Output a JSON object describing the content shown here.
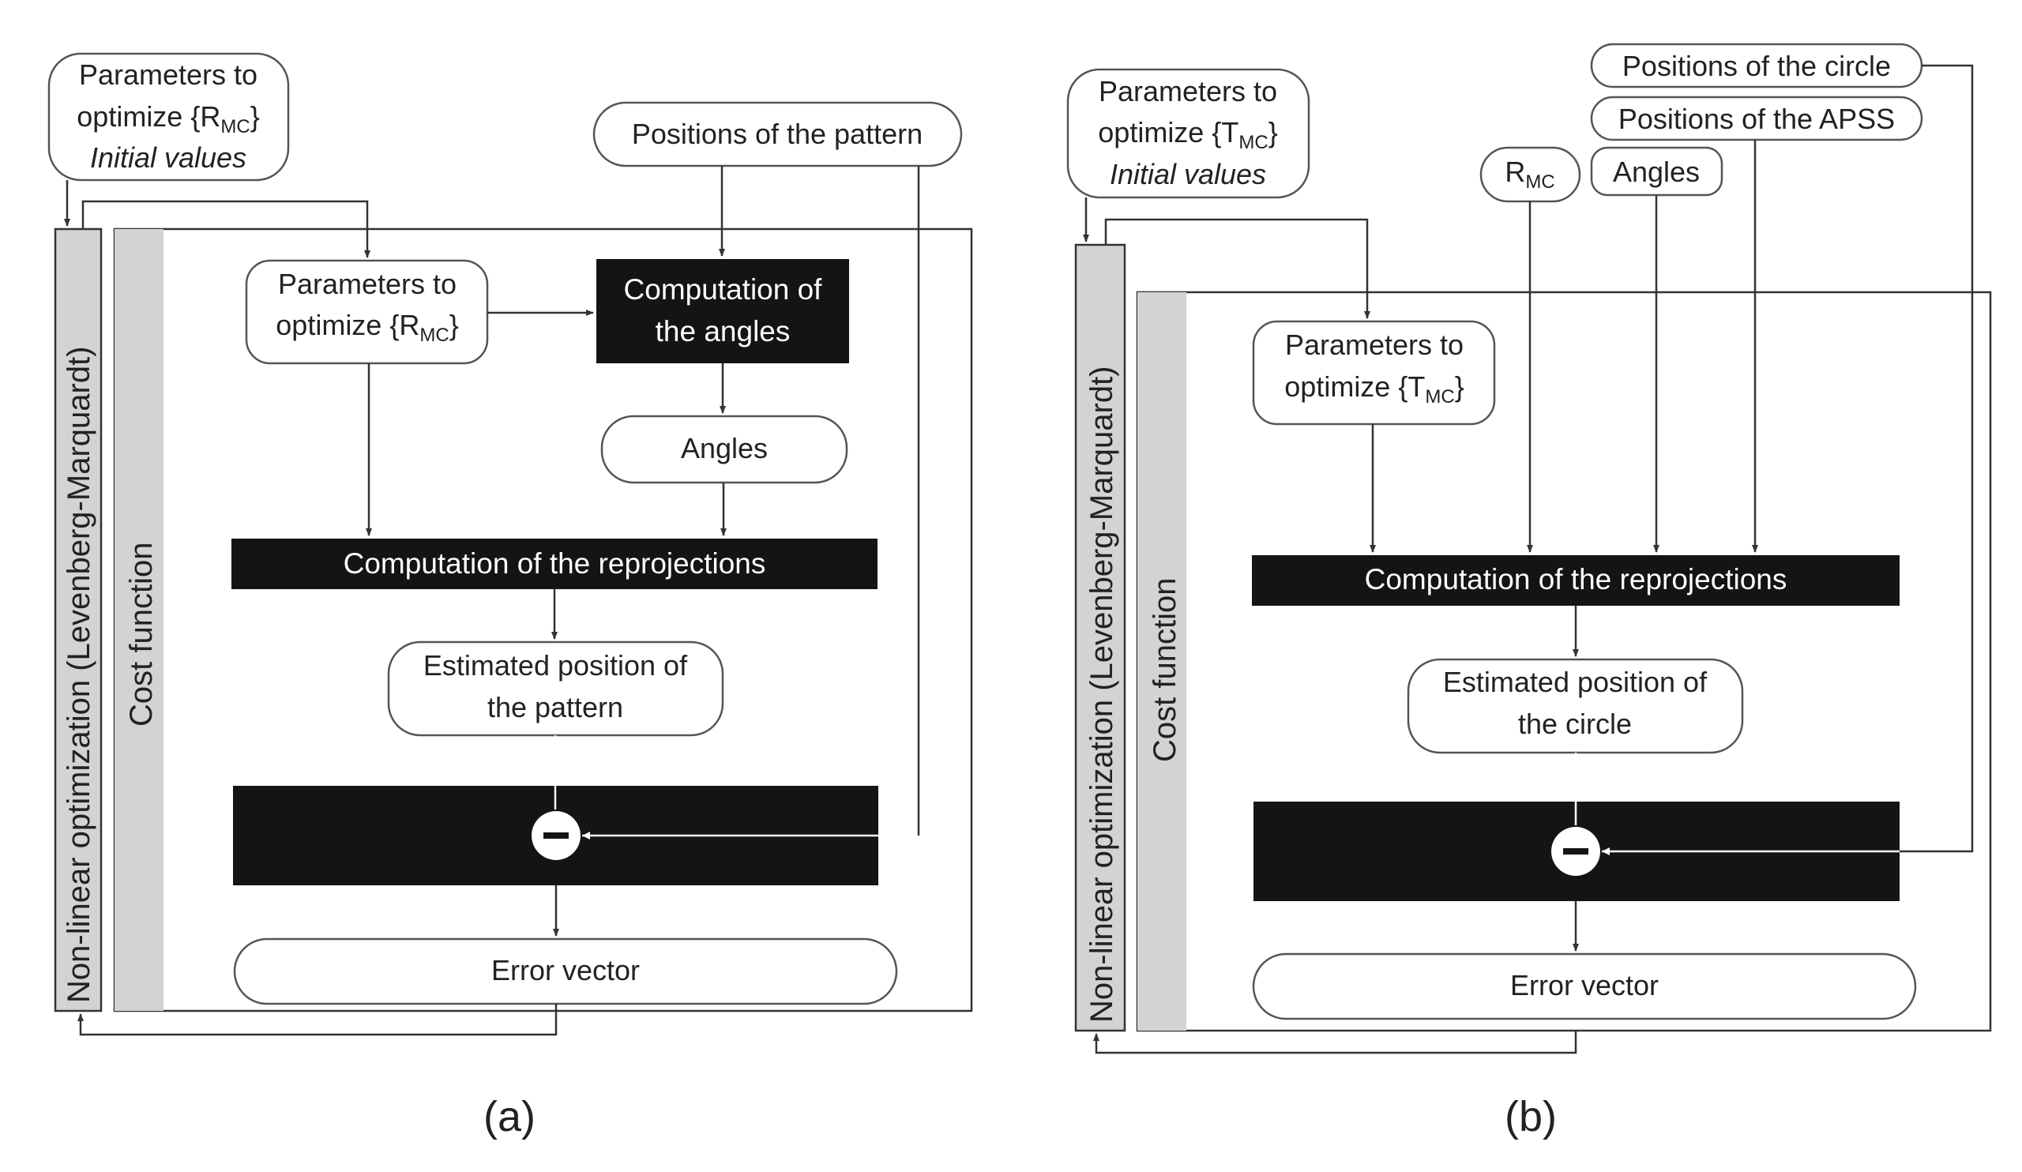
{
  "panel_a": {
    "caption": "(a)",
    "init_params": {
      "line1": "Parameters to",
      "line2_pre": "optimize {R",
      "line2_sub": "MC",
      "line2_post": "}",
      "line3": "Initial values"
    },
    "positions_pattern": "Positions of the pattern",
    "optimizer_label": "Non-linear optimization (Levenberg-Marquardt)",
    "cost_label": "Cost function",
    "params": {
      "line1": "Parameters to",
      "line2_pre": "optimize {R",
      "line2_sub": "MC",
      "line2_post": "}"
    },
    "comp_angles": {
      "line1": "Computation of",
      "line2": "the angles"
    },
    "angles": "Angles",
    "comp_reproj": "Computation of the reprojections",
    "estimated": {
      "line1": "Estimated position of",
      "line2": "the pattern"
    },
    "minus": "−",
    "error_vector": "Error vector"
  },
  "panel_b": {
    "caption": "(b)",
    "init_params": {
      "line1": "Parameters to",
      "line2_pre": "optimize {T",
      "line2_sub": "MC",
      "line2_post": "}",
      "line3": "Initial values"
    },
    "positions_circle": "Positions of the circle",
    "positions_apss": "Positions of the APSS",
    "rmc": {
      "main": "R",
      "sub": "MC"
    },
    "angles": "Angles",
    "optimizer_label": "Non-linear optimization (Levenberg-Marquardt)",
    "cost_label": "Cost function",
    "params": {
      "line1": "Parameters to",
      "line2_pre": "optimize {T",
      "line2_sub": "MC",
      "line2_post": "}"
    },
    "comp_reproj": "Computation of the reprojections",
    "estimated": {
      "line1": "Estimated position of",
      "line2": "the circle"
    },
    "minus": "−",
    "error_vector": "Error vector"
  }
}
